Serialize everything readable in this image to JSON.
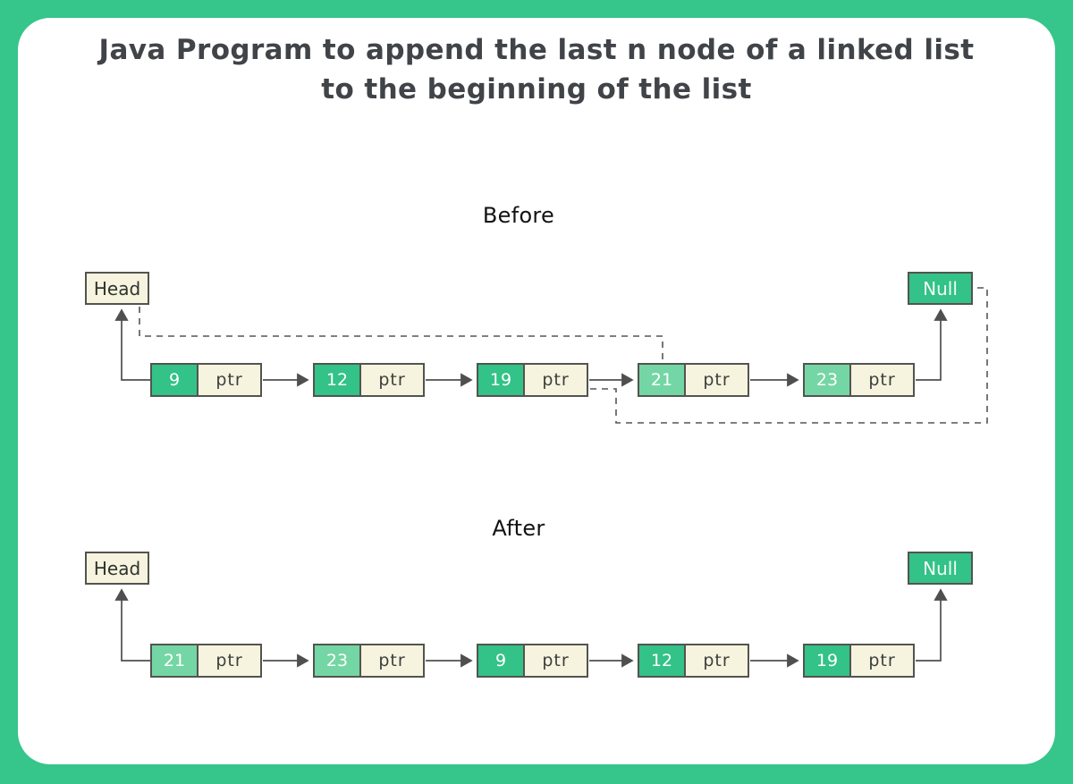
{
  "title": {
    "line1": "Java Program to append the last n node of a linked list",
    "line2": "to the beginning of the list"
  },
  "colors": {
    "frame_green": "#36c58a",
    "node_dark_green": "#33c287",
    "node_light_green": "#74d6a4",
    "cell_cream": "#f6f3df",
    "box_border": "#53544f",
    "connector_line": "#4f4f4f",
    "dashed_line": "#555555"
  },
  "before": {
    "label": "Before",
    "head_label": "Head",
    "null_label": "Null",
    "nodes": [
      {
        "value": "9",
        "ptr_label": "ptr",
        "shade": "dark"
      },
      {
        "value": "12",
        "ptr_label": "ptr",
        "shade": "dark"
      },
      {
        "value": "19",
        "ptr_label": "ptr",
        "shade": "dark"
      },
      {
        "value": "21",
        "ptr_label": "ptr",
        "shade": "light"
      },
      {
        "value": "23",
        "ptr_label": "ptr",
        "shade": "light"
      }
    ]
  },
  "after": {
    "label": "After",
    "head_label": "Head",
    "null_label": "Null",
    "nodes": [
      {
        "value": "21",
        "ptr_label": "ptr",
        "shade": "light"
      },
      {
        "value": "23",
        "ptr_label": "ptr",
        "shade": "light"
      },
      {
        "value": "9",
        "ptr_label": "ptr",
        "shade": "dark"
      },
      {
        "value": "12",
        "ptr_label": "ptr",
        "shade": "dark"
      },
      {
        "value": "19",
        "ptr_label": "ptr",
        "shade": "dark"
      }
    ]
  }
}
